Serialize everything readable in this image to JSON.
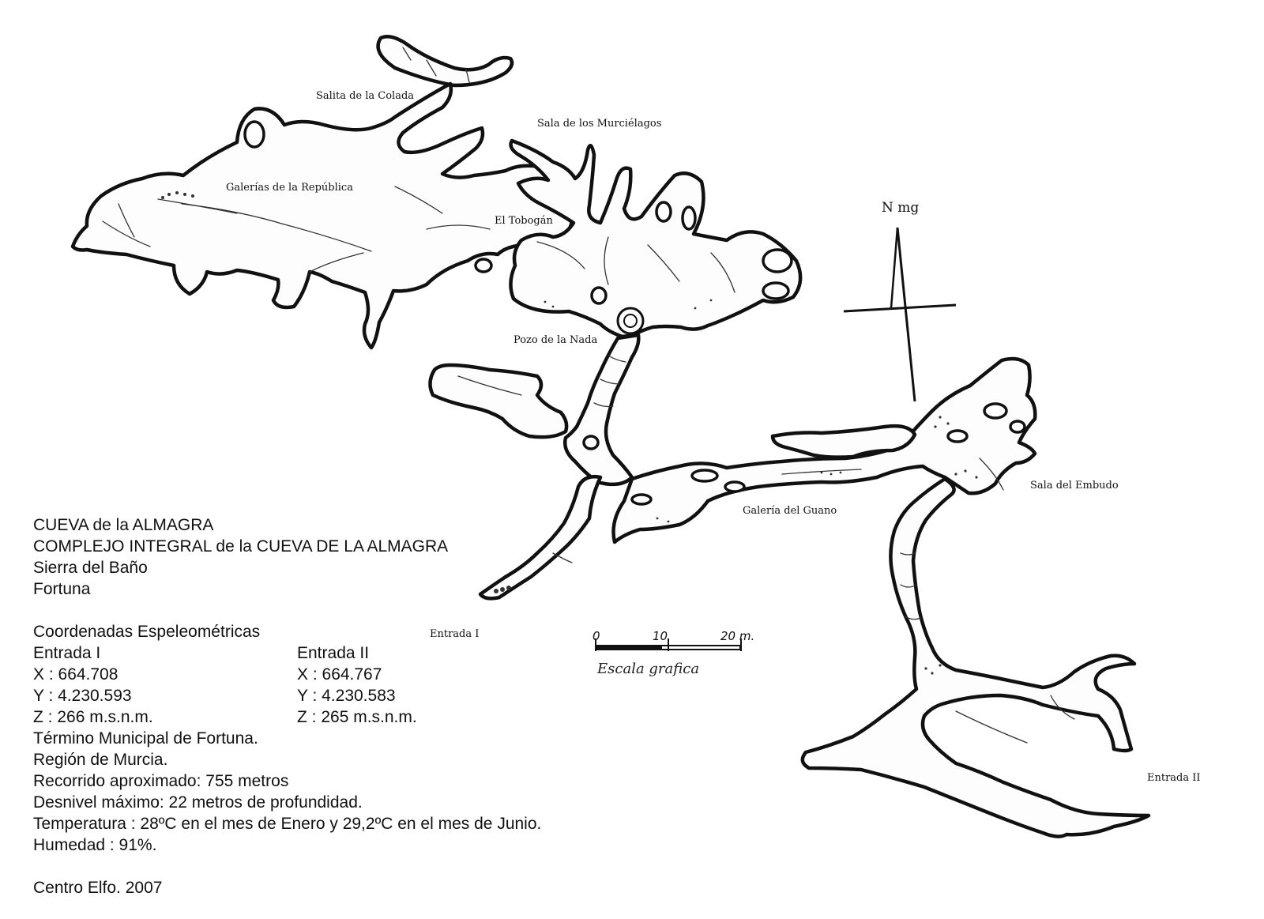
{
  "labels": {
    "salita": "Salita de la Colada",
    "murcielagos": "Sala de los Murciélagos",
    "republica": "Galerías de la República",
    "tobogan": "El Tobogán",
    "pozo": "Pozo de la Nada",
    "embudo": "Sala del Embudo",
    "guano": "Galería del Guano",
    "entrada1": "Entrada I",
    "entrada2": "Entrada II"
  },
  "north": {
    "label": "N mg"
  },
  "scale": {
    "ticks": [
      "0",
      "10",
      "20 m."
    ],
    "caption": "Escala grafica"
  },
  "info": {
    "title1": "CUEVA de la ALMAGRA",
    "title2": "COMPLEJO INTEGRAL de la CUEVA DE LA ALMAGRA",
    "sierra": "Sierra del Baño",
    "town": "Fortuna",
    "coords_heading": "Coordenadas Espeleométricas",
    "entrada1": {
      "name": "Entrada I",
      "x": "X : 664.708",
      "y": "Y : 4.230.593",
      "z": "Z : 266 m.s.n.m."
    },
    "entrada2": {
      "name": "Entrada II",
      "x": "X : 664.767",
      "y": "Y : 4.230.583",
      "z": "Z : 265 m.s.n.m."
    },
    "municipio": "Término Municipal de Fortuna.",
    "region": "Región de Murcia.",
    "recorrido": "Recorrido aproximado: 755 metros",
    "desnivel": "Desnivel máximo: 22 metros de profundidad.",
    "temperatura": "Temperatura : 28ºC en el mes de Enero y 29,2ºC en el mes de Junio.",
    "humedad": "Humedad : 91%.",
    "credit": "Centro Elfo. 2007"
  }
}
